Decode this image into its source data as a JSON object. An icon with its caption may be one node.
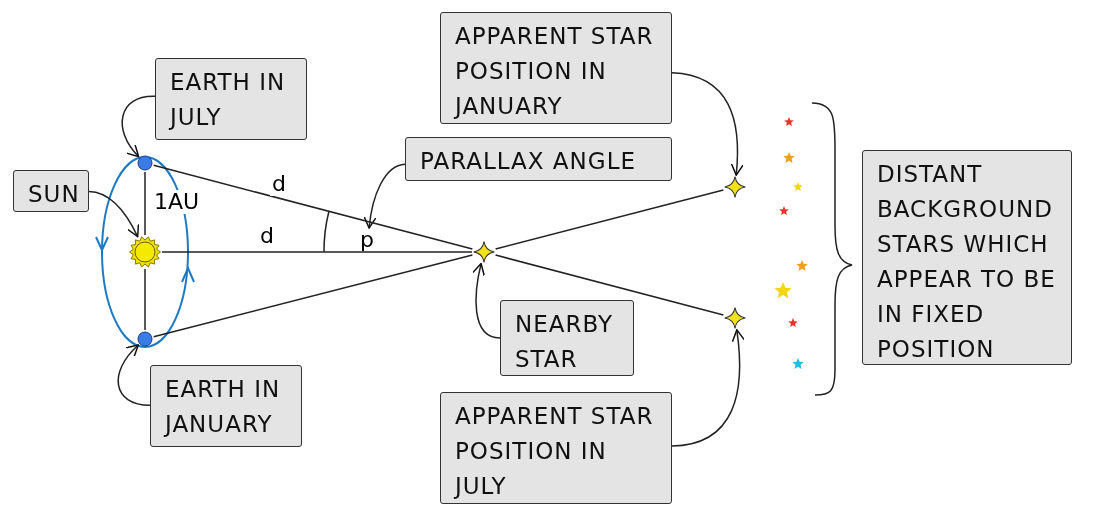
{
  "diagram": {
    "nodes": [
      {
        "text": [
          "EARTH IN JULY"
        ]
      },
      {
        "text": [],
        "shape": "circle"
      },
      {
        "text": [
          "SUN"
        ]
      },
      {
        "text": [],
        "shape": "picture"
      },
      {
        "text": [
          "EARTH IN JANUARY"
        ]
      },
      {
        "text": [],
        "shape": "circle"
      },
      {
        "text": [
          "APPARENT STAR POSITION IN JANUARY"
        ]
      },
      {
        "text": [],
        "shape": "star"
      },
      {
        "text": [
          "PARALLAX ANGLE"
        ]
      },
      {
        "text": [
          "p"
        ]
      },
      {
        "text": [
          "NEARBY STAR"
        ]
      },
      {
        "text": [],
        "shape": "star"
      },
      {
        "text": [
          "APPARENT STAR POSITION IN JULY"
        ]
      },
      {
        "text": [],
        "shape": "star"
      },
      {
        "text": [
          "DISTANT BACKGROUND STARS WHICH APPEAR TO BE IN FIXED POSITION"
        ]
      }
    ],
    "edges": [
      {
        "from": 0,
        "to": 1,
        "arrow": "to"
      },
      {
        "from": 2,
        "to": 3,
        "arrow": "to"
      },
      {
        "from": 4,
        "to": 5,
        "arrow": "to"
      },
      {
        "from": 6,
        "to": 7,
        "arrow": "to"
      },
      {
        "from": 8,
        "to": 9,
        "arrow": "to"
      },
      {
        "from": 10,
        "to": 11,
        "arrow": "to"
      },
      {
        "from": 12,
        "to": 13,
        "arrow": "to"
      },
      {
        "from": 1,
        "to": 3,
        "arrow": "none",
        "label": "1AU"
      },
      {
        "from": 3,
        "to": 5,
        "arrow": "none"
      },
      {
        "from": 1,
        "to": 11,
        "arrow": "none",
        "label": "d"
      },
      {
        "from": 11,
        "to": 13,
        "arrow": "none"
      },
      {
        "from": 5,
        "to": 11,
        "arrow": "none"
      },
      {
        "from": 11,
        "to": 7,
        "arrow": "none"
      },
      {
        "from": 3,
        "to": 11,
        "arrow": "none",
        "label": "d"
      }
    ]
  }
}
